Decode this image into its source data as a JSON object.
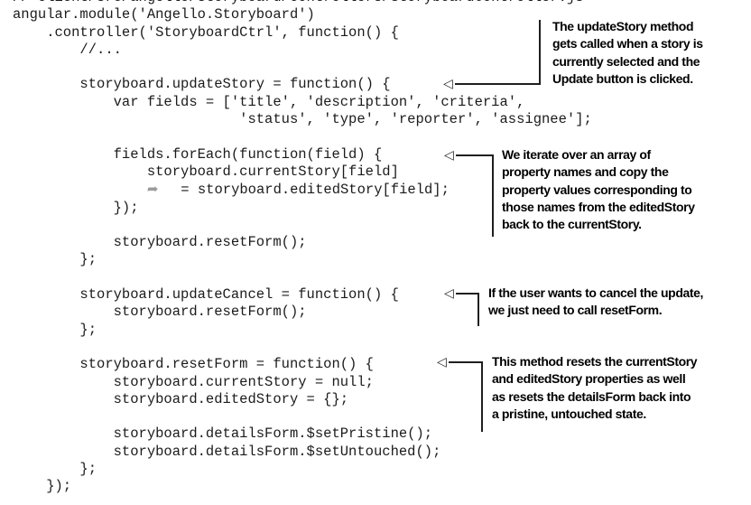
{
  "page": {
    "background": "#ffffff",
    "code_color": "#1b1b1b",
    "annotation_color": "#000000",
    "bracket_color": "#1f1f1f",
    "wrap_arrow_color": "#9b9b9b",
    "wrap_arrow_glyph": "➦",
    "arrowhead_glyph": "◁"
  },
  "code": {
    "language": "javascript",
    "lines": [
      "// client/src/angello/storyboard/controllers/StoryboardController.js",
      "angular.module('Angello.Storyboard')",
      "    .controller('StoryboardCtrl', function() {",
      "        //...",
      "",
      "        storyboard.updateStory = function() {",
      "            var fields = ['title', 'description', 'criteria',",
      "                           'status', 'type', 'reporter', 'assignee'];",
      "",
      "            fields.forEach(function(field) {",
      "                storyboard.currentStory[field]",
      "                ➦   = storyboard.editedStory[field];",
      "            });",
      "",
      "            storyboard.resetForm();",
      "        };",
      "",
      "        storyboard.updateCancel = function() {",
      "            storyboard.resetForm();",
      "        };",
      "",
      "        storyboard.resetForm = function() {",
      "            storyboard.currentStory = null;",
      "            storyboard.editedStory = {};",
      "",
      "            storyboard.detailsForm.$setPristine();",
      "            storyboard.detailsForm.$setUntouched();",
      "        };",
      "    });"
    ]
  },
  "annotations": [
    {
      "target": "storyboard.updateStory",
      "lines": [
        "The updateStory method",
        "gets called when a story is",
        "currently selected and the",
        "Update button is clicked."
      ]
    },
    {
      "target": "fields.forEach",
      "lines": [
        "We iterate over an array of",
        "property names and copy the",
        "property values corresponding to",
        "those names from the editedStory",
        "back to the currentStory."
      ]
    },
    {
      "target": "storyboard.updateCancel",
      "lines": [
        "If the user wants to cancel the update,",
        "we just need to call resetForm."
      ]
    },
    {
      "target": "storyboard.resetForm",
      "lines": [
        "This method resets the currentStory",
        "and editedStory properties as well",
        "as resets the detailsForm back into",
        "a pristine, untouched state."
      ]
    }
  ]
}
